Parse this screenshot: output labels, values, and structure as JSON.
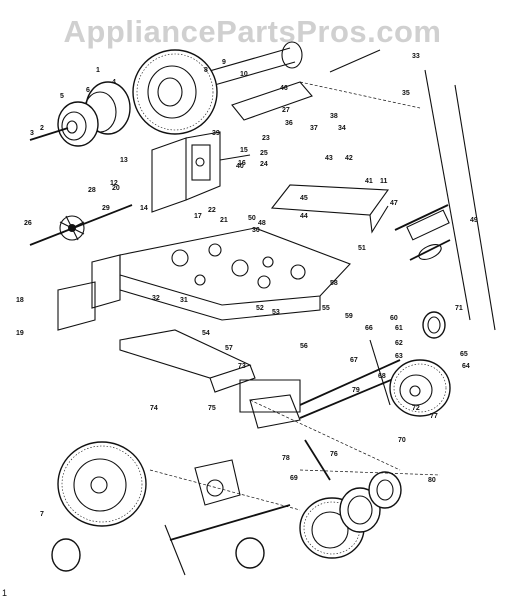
{
  "watermark": "AppliancePartsPros.com",
  "corner_mark": "1",
  "callouts": [
    "1",
    "2",
    "3",
    "4",
    "5",
    "6",
    "7",
    "8",
    "9",
    "10",
    "11",
    "12",
    "13",
    "14",
    "15",
    "16",
    "17",
    "18",
    "19",
    "20",
    "21",
    "22",
    "23",
    "24",
    "25",
    "26",
    "27",
    "28",
    "29",
    "30",
    "31",
    "32",
    "33",
    "34",
    "35",
    "36",
    "37",
    "38",
    "39",
    "40",
    "41",
    "42",
    "43",
    "44",
    "45",
    "46",
    "47",
    "48",
    "49",
    "50",
    "51",
    "52",
    "53",
    "54",
    "55",
    "56",
    "57",
    "58",
    "59",
    "60",
    "61",
    "62",
    "63",
    "64",
    "65",
    "66",
    "67",
    "68",
    "69",
    "70",
    "71",
    "72",
    "73",
    "74",
    "75",
    "76",
    "77",
    "78",
    "79",
    "80"
  ]
}
